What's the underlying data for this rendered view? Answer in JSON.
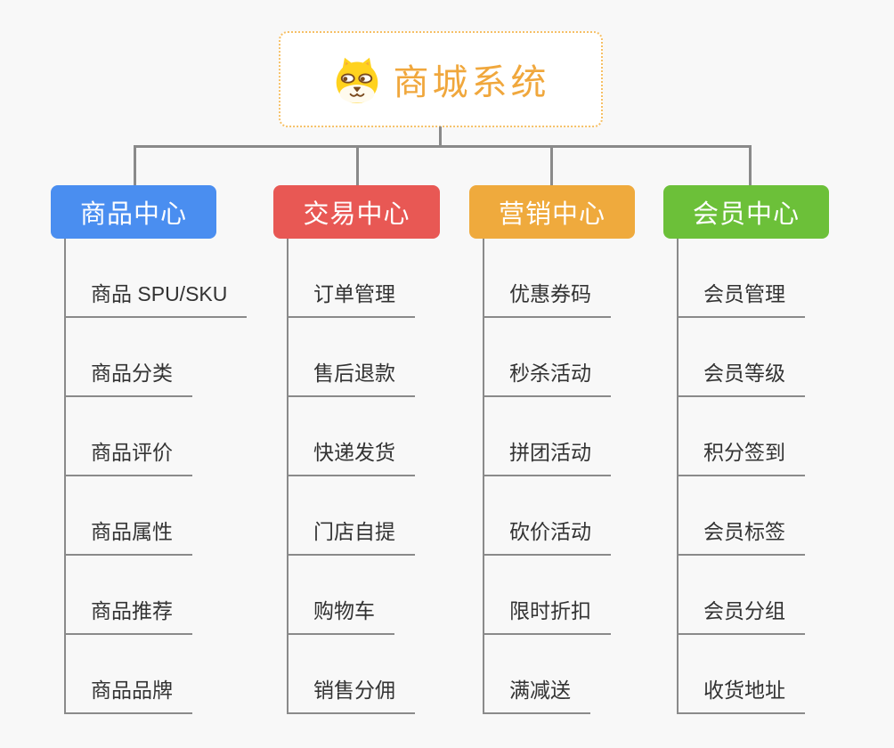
{
  "page": {
    "background": "#f8f8f8"
  },
  "colors": {
    "connector": "#8a8a8a",
    "leaf_underline": "#8a8a8a",
    "root_border": "#f6c066",
    "root_text": "#f0a73c",
    "leaf_text": "#333333"
  },
  "root": {
    "title": "商城系统",
    "icon": "dog-face"
  },
  "branches": [
    {
      "label": "商品中心",
      "color": "#4a8ef0",
      "children": [
        "商品 SPU/SKU",
        "商品分类",
        "商品评价",
        "商品属性",
        "商品推荐",
        "商品品牌"
      ]
    },
    {
      "label": "交易中心",
      "color": "#e85854",
      "children": [
        "订单管理",
        "售后退款",
        "快递发货",
        "门店自提",
        "购物车",
        "销售分佣"
      ]
    },
    {
      "label": "营销中心",
      "color": "#efaa3d",
      "children": [
        "优惠券码",
        "秒杀活动",
        "拼团活动",
        "砍价活动",
        "限时折扣",
        "满减送"
      ]
    },
    {
      "label": "会员中心",
      "color": "#6cc039",
      "children": [
        "会员管理",
        "会员等级",
        "积分签到",
        "会员标签",
        "会员分组",
        "收货地址"
      ]
    }
  ]
}
